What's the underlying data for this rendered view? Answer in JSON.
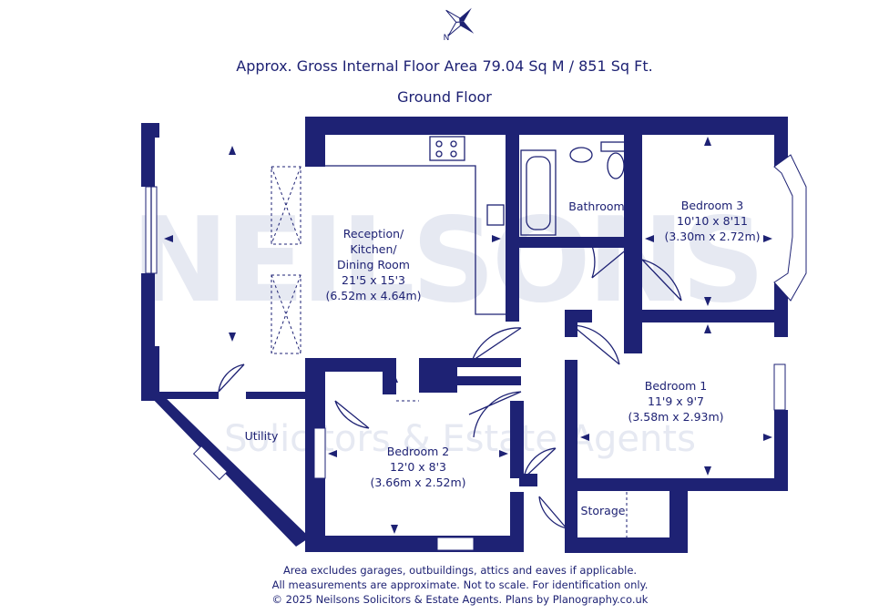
{
  "header": {
    "area_line": "Approx. Gross Internal Floor Area 79.04 Sq M / 851 Sq Ft.",
    "floor_label": "Ground Floor"
  },
  "rooms": {
    "reception": {
      "line1": "Reception/",
      "line2": "Kitchen/",
      "line3": "Dining Room",
      "dims_imperial": "21'5 x 15'3",
      "dims_metric": "(6.52m x 4.64m)"
    },
    "bathroom": {
      "name": "Bathroom"
    },
    "bedroom3": {
      "name": "Bedroom 3",
      "dims_imperial": "10'10 x 8'11",
      "dims_metric": "(3.30m x 2.72m)"
    },
    "bedroom1": {
      "name": "Bedroom 1",
      "dims_imperial": "11'9 x 9'7",
      "dims_metric": "(3.58m x 2.93m)"
    },
    "bedroom2": {
      "name": "Bedroom 2",
      "dims_imperial": "12'0 x 8'3",
      "dims_metric": "(3.66m x 2.52m)"
    },
    "utility": {
      "name": "Utility"
    },
    "storage": {
      "name": "Storage"
    }
  },
  "watermark": {
    "brand": "NEILSONS",
    "tagline": "Solicitors & Estate Agents"
  },
  "footer": {
    "line1": "Area excludes garages, outbuildings, attics and eaves if applicable.",
    "line2": "All measurements are approximate. Not to scale. For identification only.",
    "line3": "© 2025 Neilsons Solicitors & Estate Agents. Plans by Planography.co.uk"
  },
  "colors": {
    "wall": "#1e2274",
    "watermark": "#e6e9f2",
    "background": "#ffffff"
  },
  "icons": {
    "compass": "compass-rose-icon"
  }
}
